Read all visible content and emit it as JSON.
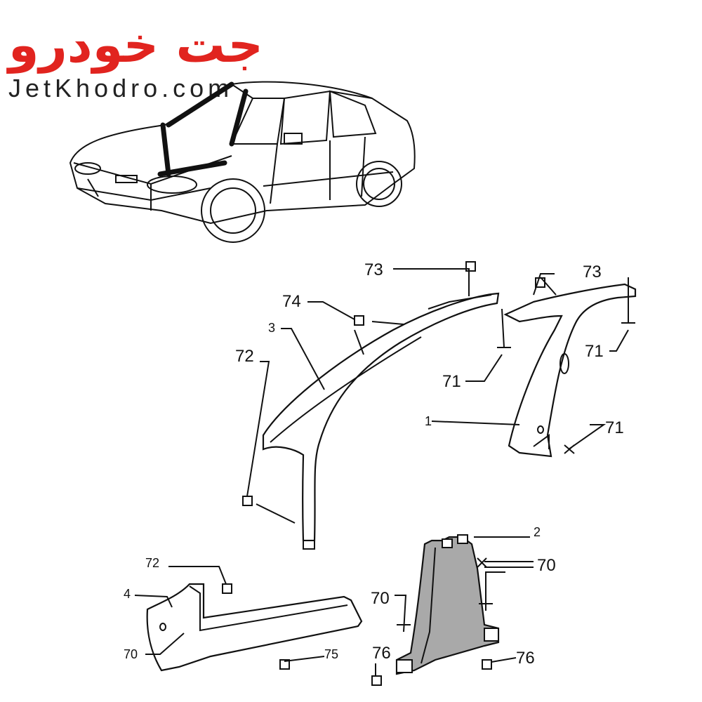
{
  "logo": {
    "persian": "جت خودرو",
    "latin": "JetKhodro.com"
  },
  "callouts": [
    {
      "id": "73a",
      "text": "73"
    },
    {
      "id": "73b",
      "text": "73"
    },
    {
      "id": "74",
      "text": "74"
    },
    {
      "id": "3",
      "text": "3"
    },
    {
      "id": "72a",
      "text": "72"
    },
    {
      "id": "71a",
      "text": "71"
    },
    {
      "id": "71b",
      "text": "71"
    },
    {
      "id": "1",
      "text": "1"
    },
    {
      "id": "71c",
      "text": "71"
    },
    {
      "id": "2",
      "text": "2"
    },
    {
      "id": "70a",
      "text": "70"
    },
    {
      "id": "72b",
      "text": "72"
    },
    {
      "id": "4",
      "text": "4"
    },
    {
      "id": "70b",
      "text": "70"
    },
    {
      "id": "70c",
      "text": "70"
    },
    {
      "id": "75",
      "text": "75"
    },
    {
      "id": "76a",
      "text": "76"
    },
    {
      "id": "76b",
      "text": "76"
    }
  ],
  "colors": {
    "logo_red": "#e1241f",
    "part_grey": "#a9a9a9",
    "ink": "#111111"
  }
}
